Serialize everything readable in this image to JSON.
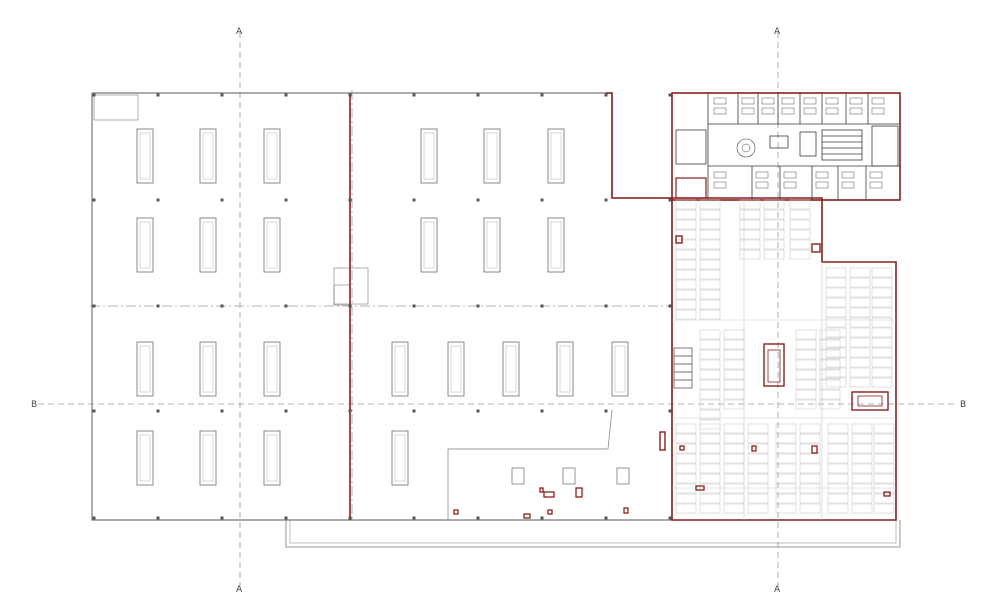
{
  "section_markers": {
    "left": "B",
    "right": "B",
    "top_left": "A",
    "top_right": "A",
    "bottom_left": "A",
    "bottom_right": "A"
  },
  "colors": {
    "background": "#ffffff",
    "wall_thin": "#8a8a8a",
    "wall_highlight": "#8b1e1e",
    "grid_axis": "#9a9a9a",
    "skylight": "#7d7d7d",
    "parking_mark": "#b5b5b5"
  }
}
